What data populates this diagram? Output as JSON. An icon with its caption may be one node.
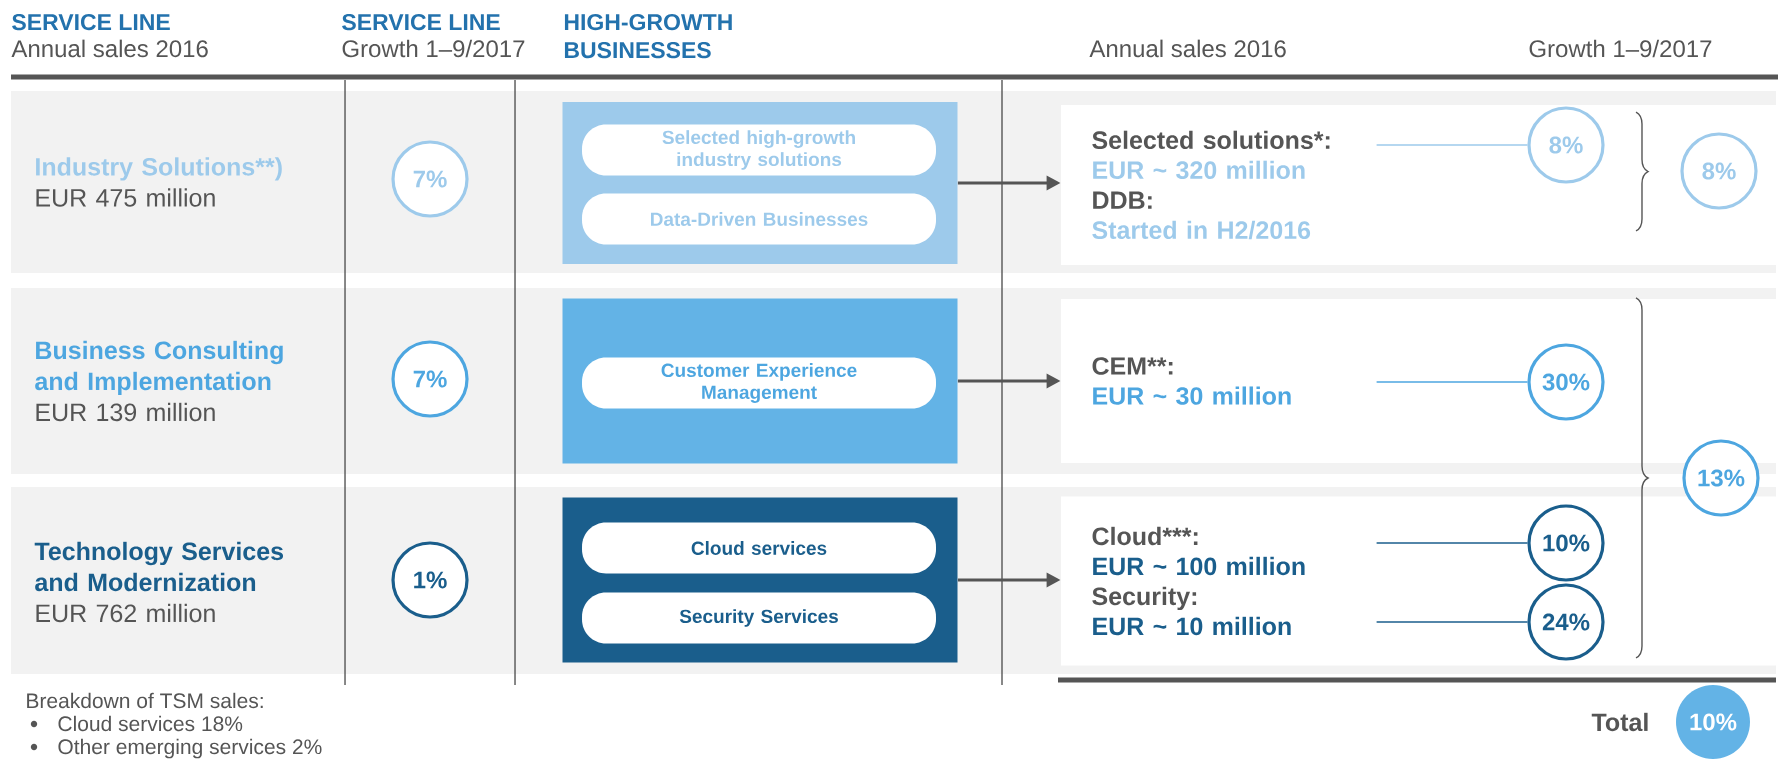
{
  "diagram": {
    "nodes": [
      {
        "text": [
          "Industry Solutions**)",
          "EUR 475 million"
        ]
      },
      {
        "text": [
          "7%"
        ]
      },
      {
        "text": [],
        "shape": "box"
      },
      {
        "text": [
          "Selected high-growth industry solutions"
        ],
        "in": 2
      },
      {
        "text": [
          "Data-Driven Businesses"
        ],
        "in": 2
      },
      {
        "text": [
          "Selected solutions*:",
          "EUR ~ 320 million",
          "DDB:",
          "Started in H2/2016"
        ]
      },
      {
        "text": [
          "8%"
        ],
        "in": 5
      },
      {
        "text": [
          "8%"
        ],
        "in": 5
      },
      {
        "text": [
          "Business Consulting and Implementation",
          "EUR 139 million"
        ]
      },
      {
        "text": [
          "7%"
        ]
      },
      {
        "text": [],
        "shape": "box"
      },
      {
        "text": [
          "Customer Experience Management"
        ],
        "in": 10
      },
      {
        "text": [
          "CEM**:",
          "EUR ~ 30 million"
        ]
      },
      {
        "text": [
          "30%"
        ],
        "in": 12
      },
      {
        "text": [
          "Technology Services and Modernization",
          "EUR 762 million"
        ]
      },
      {
        "text": [
          "1%"
        ]
      },
      {
        "text": [],
        "shape": "box"
      },
      {
        "text": [
          "Cloud services"
        ],
        "in": 16
      },
      {
        "text": [
          "Security Services"
        ],
        "in": 16
      },
      {
        "text": [
          "Cloud***:",
          "EUR ~ 100 million",
          "Security:",
          "EUR ~ 10 million"
        ]
      },
      {
        "text": [
          "10%"
        ],
        "in": 19
      },
      {
        "text": [
          "24%"
        ],
        "in": 19
      },
      {
        "text": [
          "13%"
        ]
      },
      {
        "text": [
          "10%"
        ],
        "beside": [
          "Total"
        ]
      }
    ],
    "edges": [
      {
        "from": 2,
        "to": 5,
        "arrow": "to"
      },
      {
        "from": 5,
        "to": 6,
        "arrow": "none",
        "color": "#9dcaeb"
      },
      {
        "from": 10,
        "to": 12,
        "arrow": "to"
      },
      {
        "from": 12,
        "to": 13,
        "arrow": "none",
        "color": "#4da6e0"
      },
      {
        "from": 16,
        "to": 19,
        "arrow": "to"
      },
      {
        "from": 19,
        "to": 20,
        "arrow": "none",
        "color": "#1a5e8c"
      },
      {
        "from": 19,
        "to": 21,
        "arrow": "none",
        "color": "#1a5e8c"
      }
    ],
    "labels": [
      "SERVICE LINE",
      "Annual sales 2016",
      "SERVICE LINE",
      "Growth 1–9/2017",
      "HIGH-GROWTH BUSINESSES",
      "Annual sales 2016",
      "Growth 1–9/2017",
      "Breakdown of TSM sales:",
      "Cloud services 18%",
      "Other emerging services 2%"
    ]
  }
}
